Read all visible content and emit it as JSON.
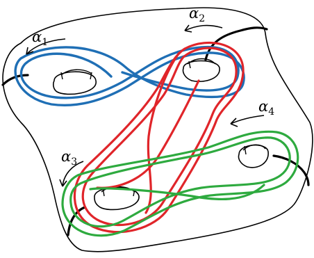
{
  "labels": {
    "alpha1": {
      "greek": "α",
      "sub": "1"
    },
    "alpha2": {
      "greek": "α",
      "sub": "2"
    },
    "alpha3": {
      "greek": "α",
      "sub": "3"
    },
    "alpha4": {
      "greek": "α",
      "sub": "4"
    }
  },
  "colors": {
    "outline": "#000000",
    "alpha1_curve": "#1f6fb5",
    "alpha2_curve": "#e0252a",
    "alpha4_curve": "#2eaa3f"
  },
  "holes": 4
}
